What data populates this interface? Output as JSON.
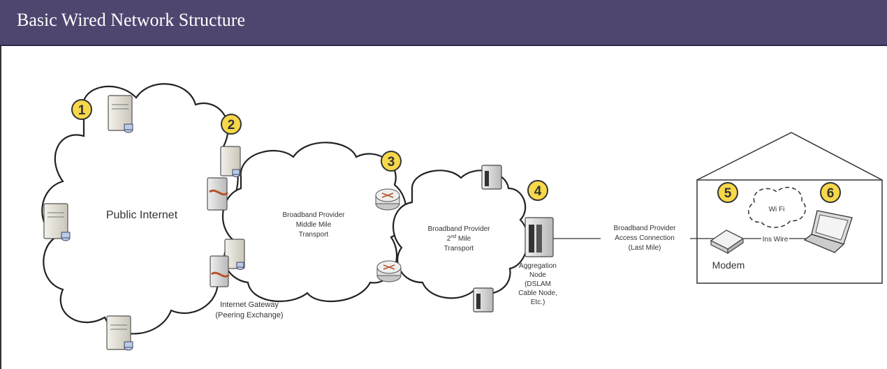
{
  "header": {
    "title": "Basic Wired Network Structure"
  },
  "colors": {
    "header_bg": "#4f4670",
    "badge_fill": "#f7d84a",
    "line": "#333333"
  },
  "badges": [
    "1",
    "2",
    "3",
    "4",
    "5",
    "6"
  ],
  "labels": {
    "public_internet": "Public Internet",
    "middle_mile": [
      "Broadband Provider",
      "Middle Mile",
      "Transport"
    ],
    "second_mile": [
      "Broadband Provider",
      "Transport"
    ],
    "second_mile_line2_prefix": "2",
    "second_mile_line2_sup": "nd",
    "second_mile_line2_suffix": " Mile",
    "gateway": [
      "Internet Gateway",
      "(Peering Exchange)"
    ],
    "aggregation": [
      "Aggregation",
      "Node",
      "(DSLAM",
      "Cable Node,",
      "Etc.)"
    ],
    "last_mile": [
      "Broadband Provider",
      "Access Connection",
      "(Last Mile)"
    ],
    "wifi": "Wi Fi",
    "ins_wire": "Ins Wire",
    "modem": "Modem"
  }
}
